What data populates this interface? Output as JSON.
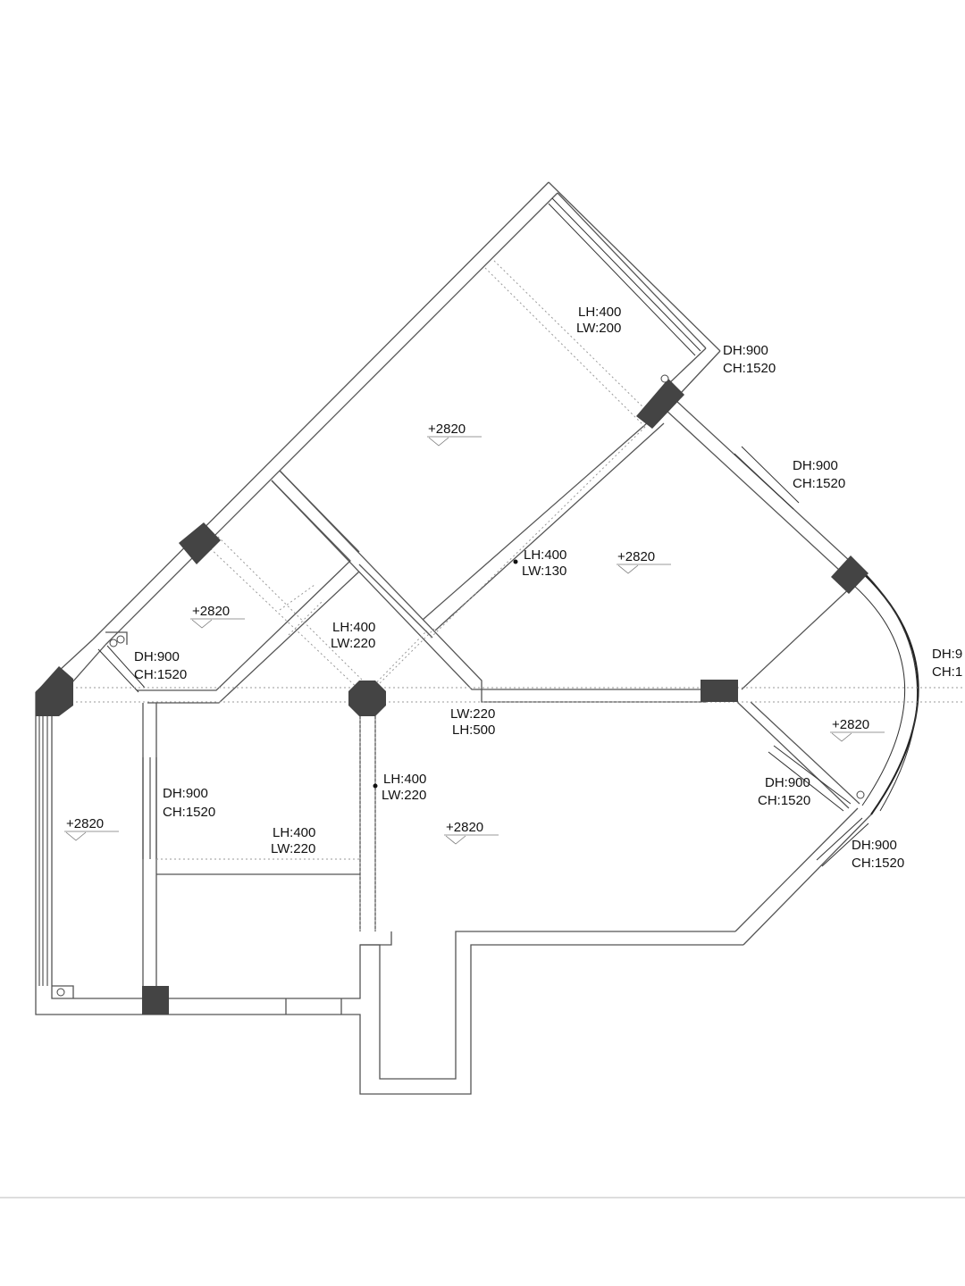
{
  "labels": {
    "beam_top_right": [
      "LH:400",
      "LW:200"
    ],
    "beam_center": [
      "LH:400",
      "LW:130"
    ],
    "beam_middle_left": [
      "LH:400",
      "LW:220"
    ],
    "beam_horizontal": [
      "LW:220",
      "LH:500"
    ],
    "beam_vertical": [
      "LH:400",
      "LW:220"
    ],
    "beam_lower_left": [
      "LH:400",
      "LW:220"
    ],
    "window_top_corner": [
      "DH:900",
      "CH:1520"
    ],
    "window_right_upper": [
      "DH:900",
      "CH:1520"
    ],
    "window_curved": [
      "DH:9",
      "CH:1"
    ],
    "window_right_lower": [
      "DH:900",
      "CH:1520"
    ],
    "window_bottom_right": [
      "DH:900",
      "CH:1520"
    ],
    "window_small_left": [
      "DH:900",
      "CH:1520"
    ],
    "window_inner_left": [
      "DH:900",
      "CH:1520"
    ]
  },
  "levels": {
    "top_room": "+2820",
    "right_room": "+2820",
    "left_small_room": "+2820",
    "right_semicircle": "+2820",
    "left_strip": "+2820",
    "main_hall": "+2820"
  }
}
